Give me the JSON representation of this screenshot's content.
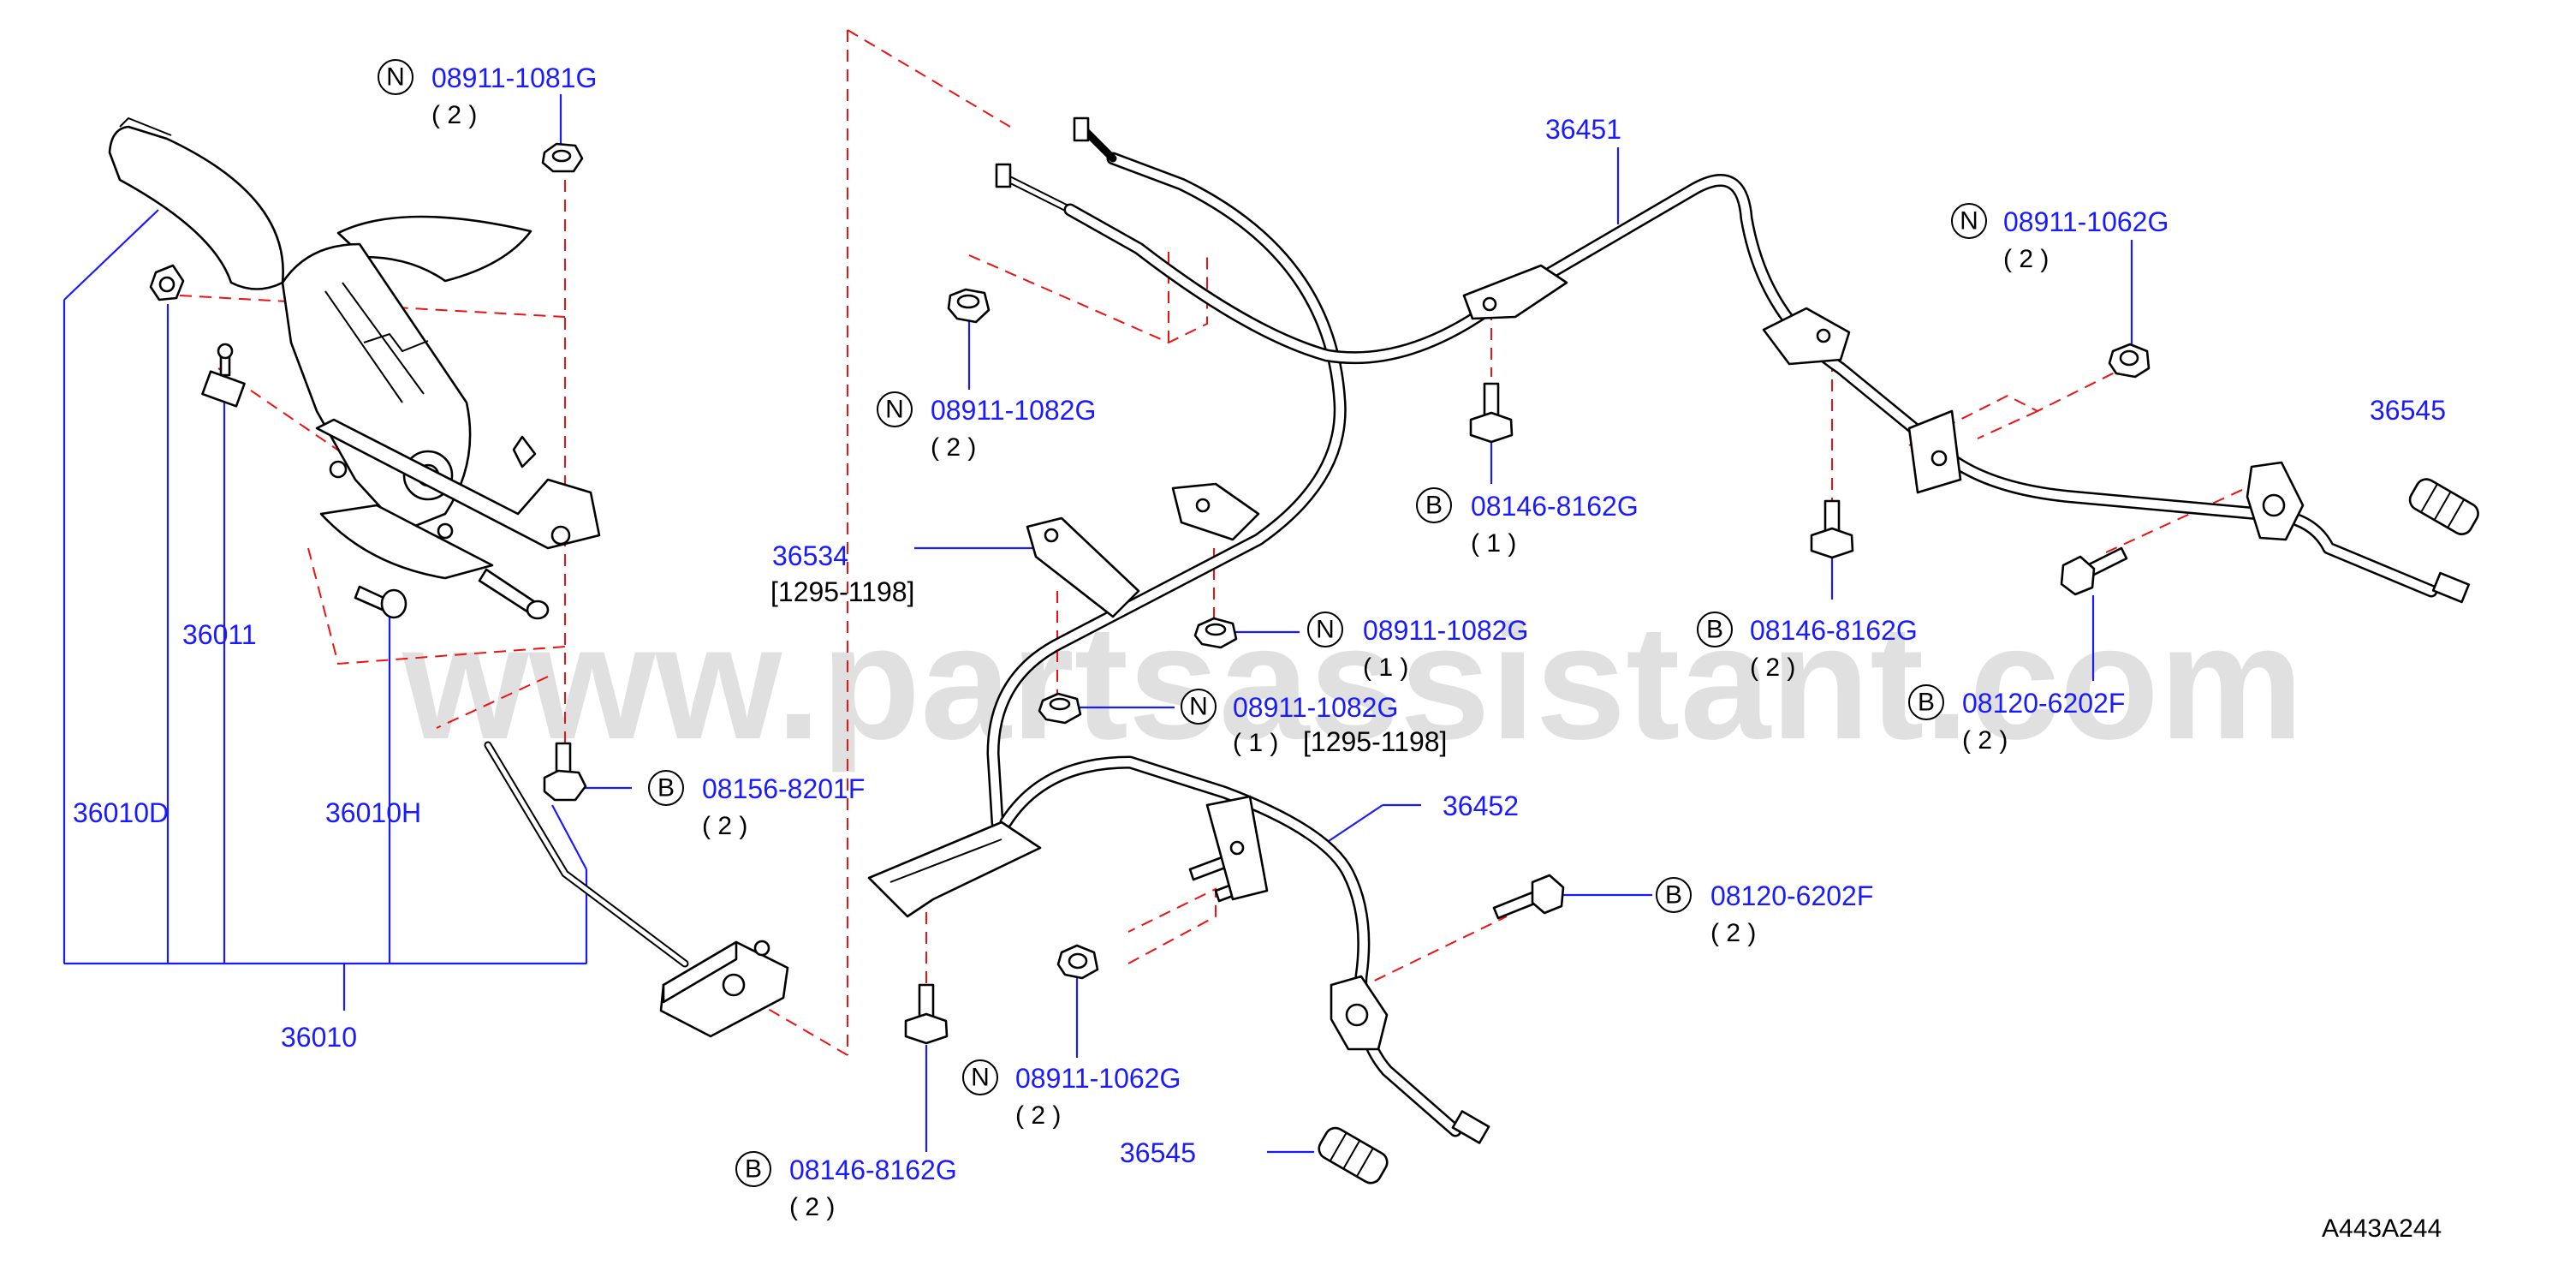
{
  "watermark": "www.partsassistant.com",
  "figure_ref": "A443A244",
  "callouts": {
    "n_08911_1081G": {
      "badge": "N",
      "part": "08911-1081G",
      "qty": "( 2 )"
    },
    "n_08911_1082G_a": {
      "badge": "N",
      "part": "08911-1082G",
      "qty": "( 2 )"
    },
    "n_08911_1062G_a": {
      "badge": "N",
      "part": "08911-1062G",
      "qty": "( 2 )"
    },
    "b_08146_8162G_a": {
      "badge": "B",
      "part": "08146-8162G",
      "qty": "( 1 )"
    },
    "n_08911_1082G_b": {
      "badge": "N",
      "part": "08911-1082G",
      "qty": "( 1 )"
    },
    "b_08146_8162G_b": {
      "badge": "B",
      "part": "08146-8162G",
      "qty": "( 2 )"
    },
    "n_08911_1082G_c": {
      "badge": "N",
      "part": "08911-1082G",
      "qty": "( 1 )",
      "range": "[1295-1198]"
    },
    "b_08120_6202F_a": {
      "badge": "B",
      "part": "08120-6202F",
      "qty": "( 2 )"
    },
    "b_08156_8201F": {
      "badge": "B",
      "part": "08156-8201F",
      "qty": "( 2 )"
    },
    "b_08120_6202F_b": {
      "badge": "B",
      "part": "08120-6202F",
      "qty": "( 2 )"
    },
    "n_08911_1062G_b": {
      "badge": "N",
      "part": "08911-1062G",
      "qty": "( 2 )"
    },
    "b_08146_8162G_c": {
      "badge": "B",
      "part": "08146-8162G",
      "qty": "( 2 )"
    }
  },
  "labels": {
    "p36451": "36451",
    "p36545_a": "36545",
    "p36534": "36534",
    "p36534_range": "[1295-1198]",
    "p36011": "36011",
    "p36010D": "36010D",
    "p36010H": "36010H",
    "p36010": "36010",
    "p36452": "36452",
    "p36545_b": "36545"
  }
}
